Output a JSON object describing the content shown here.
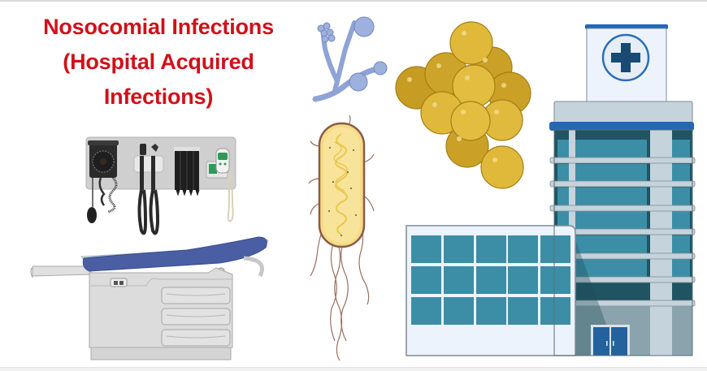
{
  "title": {
    "line1": "Nosocomial Infections",
    "line2": "(Hospital Acquired",
    "line3": "Infections)",
    "color": "#d0101a"
  },
  "illustrations": {
    "wall_diagnostic_station": {
      "label": "wall-mounted diagnostic station",
      "items": [
        "blood-pressure-gauge",
        "otoscope",
        "ophthalmoscope",
        "specula-dispenser",
        "thermometer"
      ]
    },
    "exam_table": {
      "label": "examination table",
      "drawers": 3,
      "upholstery_color": "#4a5fa3"
    },
    "fungus": {
      "label": "mold / fungal hyphae",
      "color": "#8fa3d6"
    },
    "bacillus": {
      "label": "rod-shaped bacterium with flagella",
      "color": "#f5dc85"
    },
    "cocci_cluster": {
      "label": "staphylococcus cluster",
      "count": 12,
      "color": "#d8ae2c"
    },
    "hospital": {
      "label": "hospital building",
      "sign": "medical-cross",
      "accent": "#2368b3",
      "window_color": "#3b8ea6",
      "annex_window_grid": {
        "rows": 3,
        "cols": 5
      },
      "floors": 6
    }
  }
}
